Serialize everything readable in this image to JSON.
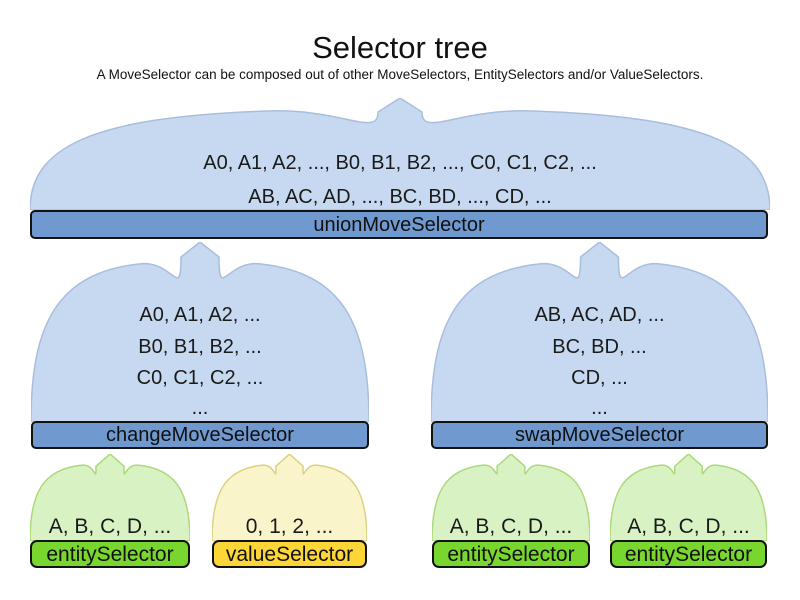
{
  "header": {
    "title": "Selector tree",
    "subtitle": "A MoveSelector can be composed out of other MoveSelectors, EntitySelectors and/or ValueSelectors."
  },
  "union_selector": {
    "label": "unionMoveSelector",
    "lines": [
      "A0, A1, A2, ..., B0, B1, B2, ..., C0, C1, C2, ...",
      "AB, AC, AD, ..., BC, BD, ..., CD, ..."
    ]
  },
  "change_selector": {
    "label": "changeMoveSelector",
    "lines": [
      "A0, A1, A2, ...",
      "B0, B1, B2, ...",
      "C0, C1, C2, ...",
      "..."
    ]
  },
  "swap_selector": {
    "label": "swapMoveSelector",
    "lines": [
      "AB, AC, AD, ...",
      "BC, BD, ...",
      "CD, ...",
      "..."
    ]
  },
  "leaves": [
    {
      "label": "entitySelector",
      "values": "A, B, C, D, ...",
      "kind": "entity"
    },
    {
      "label": "valueSelector",
      "values": "0, 1, 2, ...",
      "kind": "value"
    },
    {
      "label": "entitySelector",
      "values": "A, B, C, D, ...",
      "kind": "entity"
    },
    {
      "label": "entitySelector",
      "values": "A, B, C, D, ...",
      "kind": "entity"
    }
  ],
  "colors": {
    "move_selector_bar": "#7099cf",
    "move_selector_cloud": "#c7d9f0",
    "entity_selector_bar": "#78d62f",
    "entity_selector_cloud": "#d9f2c3",
    "value_selector_bar": "#fcd637",
    "value_selector_cloud": "#faf4cb",
    "text": "#1a1a1a"
  }
}
